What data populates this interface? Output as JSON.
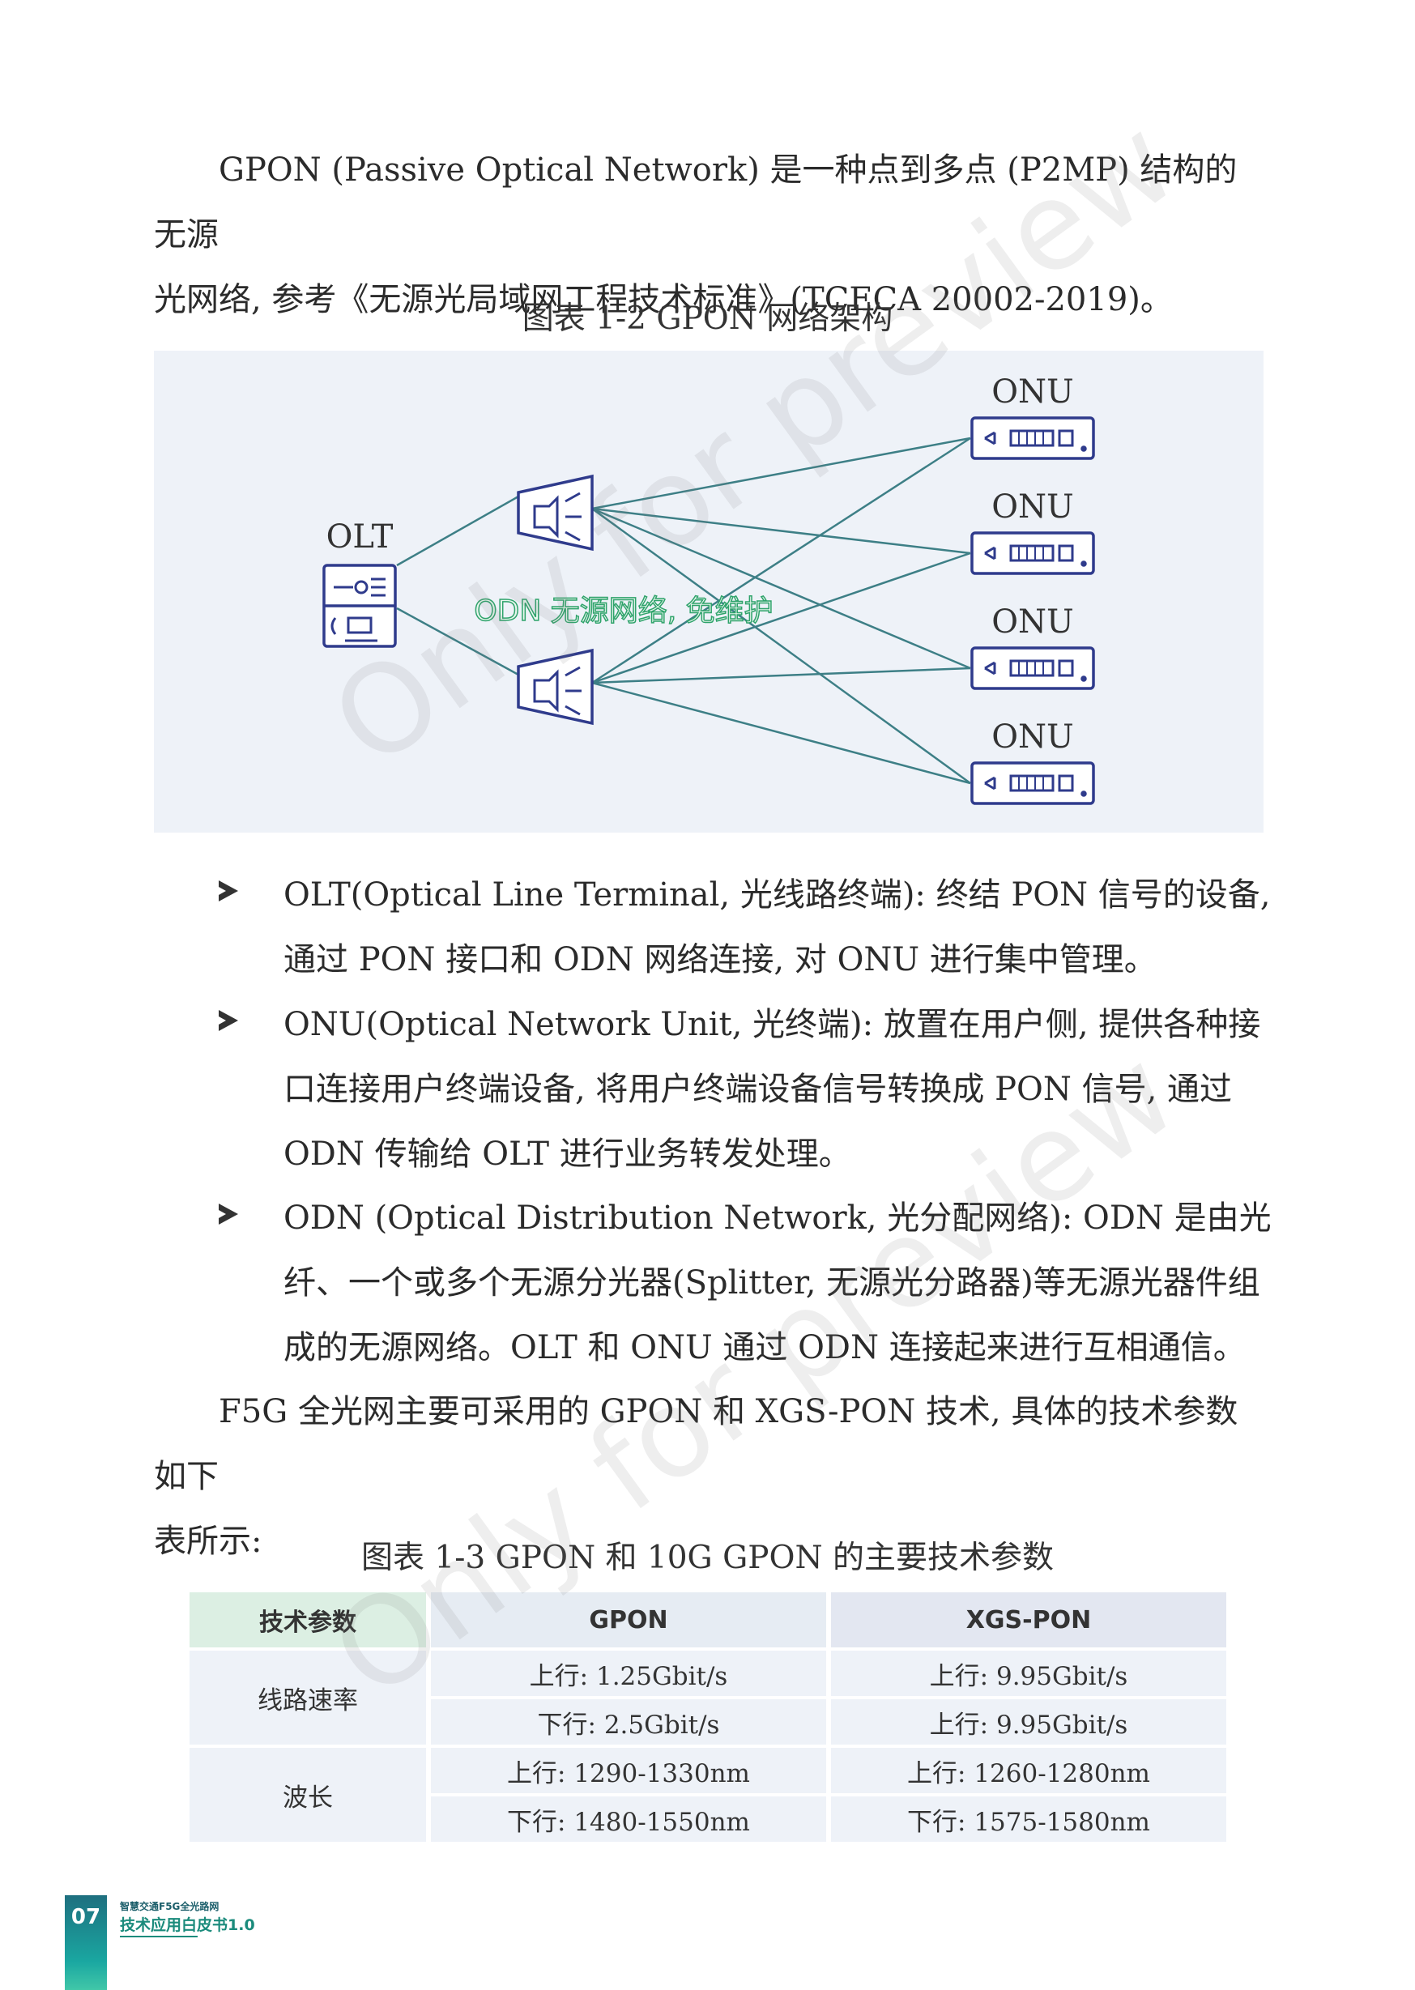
{
  "intro": {
    "line1": "GPON (Passive Optical Network) 是一种点到多点 (P2MP) 结构的无源",
    "line2": "光网络, 参考《无源光局域网工程技术标准》(TCECA 20002-2019)。"
  },
  "figure_1_2": {
    "caption": "图表 1-2 GPON 网络架构",
    "olt_label": "OLT",
    "onu_labels": [
      "ONU",
      "ONU",
      "ONU",
      "ONU"
    ],
    "odn_label": "ODN 无源网络, 免维护",
    "colors": {
      "line": "#3d7f86",
      "device": "#2f3b8c",
      "odn_text": "#2fa36b"
    }
  },
  "bullets": [
    {
      "line1": "OLT(Optical Line Terminal, 光线路终端): 终结 PON 信号的设备,",
      "line2": "通过 PON 接口和 ODN 网络连接, 对 ONU 进行集中管理。"
    },
    {
      "line1": "ONU(Optical Network Unit, 光终端): 放置在用户侧, 提供各种接",
      "line2": "口连接用户终端设备, 将用户终端设备信号转换成 PON 信号, 通过",
      "line3": "ODN 传输给 OLT 进行业务转发处理。"
    },
    {
      "line1": "ODN (Optical Distribution Network, 光分配网络): ODN 是由光",
      "line2": "纤、一个或多个无源分光器(Splitter, 无源光分路器)等无源光器件组",
      "line3": "成的无源网络。OLT 和 ONU 通过 ODN 连接起来进行互相通信。"
    }
  ],
  "para2": {
    "line1": "F5G 全光网主要可采用的 GPON 和 XGS-PON 技术, 具体的技术参数如下",
    "line2": "表所示:"
  },
  "table_1_3": {
    "caption": "图表 1-3 GPON 和 10G GPON 的主要技术参数",
    "headers": [
      "技术参数",
      "GPON",
      "XGS-PON"
    ],
    "rows": [
      {
        "param": "线路速率",
        "gpon": [
          "上行: 1.25Gbit/s",
          "下行: 2.5Gbit/s"
        ],
        "xgs": [
          "上行: 9.95Gbit/s",
          "上行: 9.95Gbit/s"
        ]
      },
      {
        "param": "波长",
        "gpon": [
          "上行: 1290-1330nm",
          "下行: 1480-1550nm"
        ],
        "xgs": [
          "上行: 1260-1280nm",
          "下行: 1575-1580nm"
        ]
      }
    ]
  },
  "footer": {
    "page_number": "07",
    "small_title": "智慧交通F5G全光路网",
    "title": "技术应用白皮书1.0"
  },
  "watermark": "Only for preview"
}
